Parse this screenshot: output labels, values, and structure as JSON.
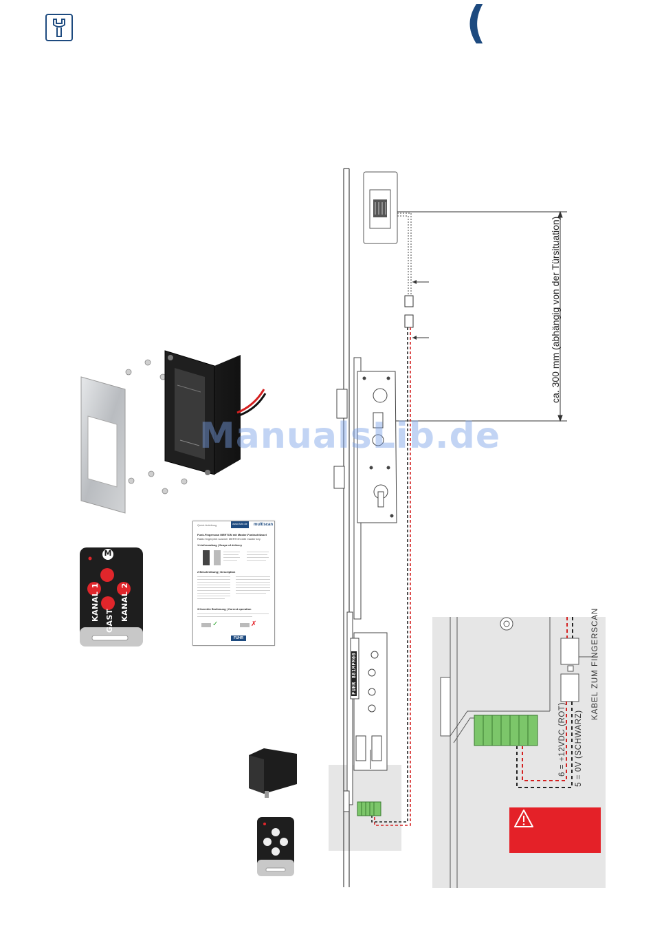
{
  "header": {
    "tool_icon": "wrench-icon",
    "bracket_glyph": "("
  },
  "remote_large": {
    "logo_letter": "M",
    "button_labels": [
      "KANAL 1",
      "GAST",
      "KANAL 2"
    ],
    "button_color": "#e0262b"
  },
  "document_thumbnail": {
    "header_left": "Quick-Anleitung",
    "header_url": "www.fuhr.de",
    "brand": "multiscan",
    "title_de": "Funk-Fingerscan MERTON mit Master-Funkschlüssel",
    "title_en": "Radio fingerprint scanner MERTON with master key",
    "section_1": "1    Lieferumfang | Scope of delivery",
    "section_2": "2    Beschreibung | Description",
    "section_3": "3    Korrekte Bedienung | Correct operation",
    "badge": "FUHR"
  },
  "diagram": {
    "dimension_label": "ca. 300 mm (abhängig von der Türsituation)",
    "lock_marking": "FUHR 881MFM00"
  },
  "detail": {
    "cable_label": "KABEL ZUM FINGERSCAN",
    "pin_6": "6 = +12VDC (ROT)",
    "pin_5": "5 = 0V (SCHWARZ)",
    "warning_icon": "warning-triangle-icon",
    "warning_color": "#e42128"
  },
  "watermark": "ManualsLib.de",
  "colors": {
    "brand_blue": "#1d4a7f",
    "cable_red": "#d42020",
    "connector_green": "#7cc66a",
    "detail_bg": "#e6e6e6"
  }
}
